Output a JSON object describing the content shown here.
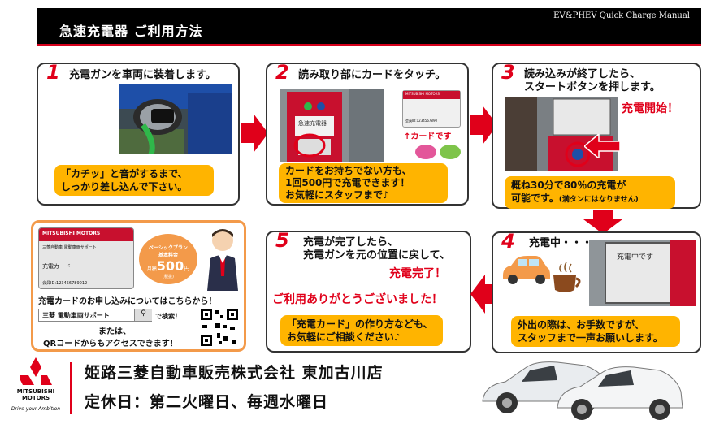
{
  "header": {
    "title": "急速充電器 ご利用方法",
    "subtitle": "EV&PHEV Quick Charge Manual"
  },
  "step1": {
    "num": "1",
    "text": "充電ガンを車両に装着します。",
    "note_line1": "「カチッ」と音がするまで、",
    "note_line2": "しっかり差し込んで下さい。"
  },
  "step2": {
    "num": "2",
    "text": "読み取り部にカードをタッチ。",
    "machine_label": "急速充電器",
    "card_brand": "MITSUBISHI MOTORS",
    "card_member": "会員ID:1234567890",
    "card_note": "↑カードです",
    "note_line1": "カードをお持ちでない方も、",
    "note_line2": "1回500円で充電できます！",
    "note_line3": "お気軽にスタッフまで♪"
  },
  "step3": {
    "num": "3",
    "text_line1": "読み込みが終了したら、",
    "text_line2": "スタートボタンを押します。",
    "start_label": "充電開始！",
    "note_line1": "概ね30分で80％の充電が",
    "note_line2": "可能です。",
    "note_small": "(満タンにはなりません)"
  },
  "step4": {
    "num": "4",
    "text": "充電中・・・",
    "screen_text": "充電中です",
    "note_line1": "外出の際は、お手数ですが、",
    "note_line2": "スタッフまで一声お願いします。"
  },
  "step5": {
    "num": "5",
    "text_line1": "充電が完了したら、",
    "text_line2": "充電ガンを元の位置に戻して、",
    "done_label": "充電完了！",
    "thanks": "ご利用ありがとうございました！",
    "note_line1": "「充電カード」の作り方なども、",
    "note_line2": "お気軽にご相談ください♪"
  },
  "promo": {
    "card_brand": "MITSUBISHI MOTORS",
    "card_sub": "三菱自動車 電動車両サポート",
    "card_name": "充電カード",
    "card_member": "会員ID:123456789012",
    "badge_line1": "ベーシックプラン",
    "badge_line2": "基本料金",
    "badge_price": "500",
    "badge_unit": "円",
    "badge_month": "月額",
    "badge_tax": "(税抜)",
    "apply_text": "充電カードのお申し込みについてはこちらから！",
    "search_text": "三菱 電動車両サポート",
    "search_button": "で検索！",
    "or_text": "または、",
    "qr_text": "QRコードからもアクセスできます！"
  },
  "footer": {
    "logo_line1": "MITSUBISHI",
    "logo_line2": "MOTORS",
    "logo_tagline": "Drive your Ambition",
    "company": "姫路三菱自動車販売株式会社 東加古川店",
    "holiday": "定休日：第二火曜日、毎週水曜日"
  },
  "colors": {
    "accent_red": "#e0001a",
    "note_yellow": "#ffb400",
    "promo_border": "#f39a4a",
    "header_black": "#000000"
  }
}
